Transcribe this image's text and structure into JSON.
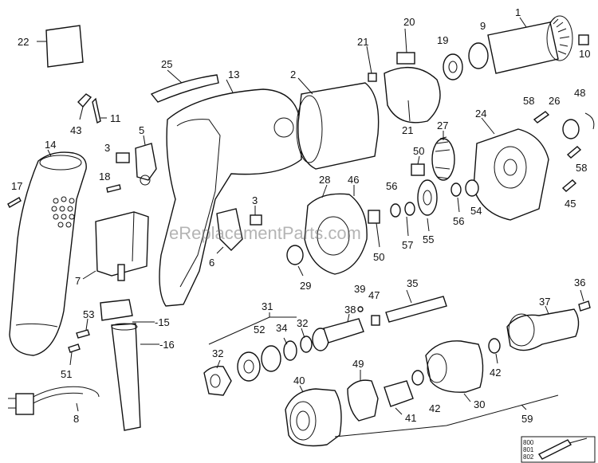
{
  "watermark": "eReplacementParts.com",
  "labels": {
    "p1": "1",
    "p2": "2",
    "p3a": "3",
    "p3b": "3",
    "p5": "5",
    "p6": "6",
    "p7": "7",
    "p8": "8",
    "p9": "9",
    "p10": "10",
    "p11": "11",
    "p13": "13",
    "p14": "14",
    "p15": "-15",
    "p16": "-16",
    "p17": "17",
    "p18": "18",
    "p19": "19",
    "p20": "20",
    "p21a": "21",
    "p21b": "21",
    "p22": "22",
    "p24": "24",
    "p25": "25",
    "p26": "26",
    "p27": "27",
    "p28": "28",
    "p29": "29",
    "p30": "30",
    "p31": "31",
    "p32a": "32",
    "p32b": "32",
    "p34": "34",
    "p35": "35",
    "p36": "36",
    "p37": "37",
    "p38": "38",
    "p39": "39",
    "p40": "40",
    "p41": "41",
    "p42a": "42",
    "p42b": "42",
    "p43": "43",
    "p45": "45",
    "p46": "46",
    "p47": "47",
    "p48": "48",
    "p49": "49",
    "p50a": "50",
    "p50b": "50",
    "p51": "51",
    "p52": "52",
    "p53": "53",
    "p54": "54",
    "p55": "55",
    "p56a": "56",
    "p56b": "56",
    "p57": "57",
    "p58a": "58",
    "p58b": "58",
    "p59": "59"
  },
  "inset": {
    "l1": "800",
    "l2": "801",
    "l3": "802"
  }
}
